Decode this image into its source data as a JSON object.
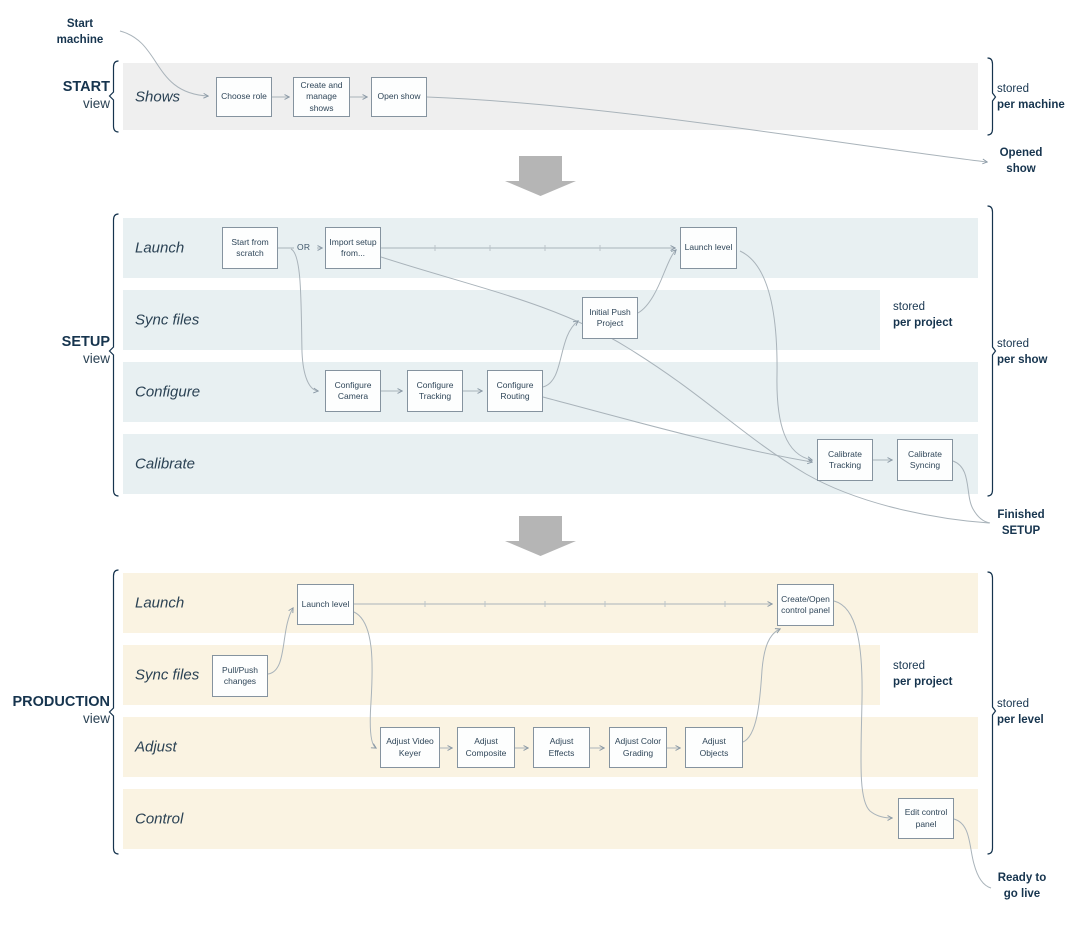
{
  "colors": {
    "navy_text": "#16344e",
    "lane_start_bg": "#efefef",
    "lane_setup_bg": "#e8f0f2",
    "lane_production_bg": "#faf3e2",
    "box_border": "#85939f",
    "box_fill": "#fdfefe",
    "connector": "#a9b3ba",
    "section_arrow_gray": "#b5b5b5"
  },
  "annotations": {
    "start_machine": "Start\nmachine",
    "opened_show": "Opened\nshow",
    "finished_setup": "Finished\nSETUP",
    "ready_to_go_live": "Ready to\ngo live"
  },
  "sections": {
    "start": {
      "side_label": "START",
      "side_sublabel": "view",
      "stored_right": {
        "line1": "stored",
        "line2": "per machine"
      },
      "lanes": {
        "shows": {
          "label": "Shows"
        }
      },
      "nodes": {
        "choose_role": {
          "label": "Choose role"
        },
        "create_manage_shows": {
          "label": "Create and manage shows"
        },
        "open_show": {
          "label": "Open show"
        }
      }
    },
    "setup": {
      "side_label": "SETUP",
      "side_sublabel": "view",
      "or_label": "OR",
      "stored_mid": {
        "line1": "stored",
        "line2": "per project"
      },
      "stored_right": {
        "line1": "stored",
        "line2": "per show"
      },
      "lanes": {
        "launch": {
          "label": "Launch"
        },
        "sync_files": {
          "label": "Sync files"
        },
        "configure": {
          "label": "Configure"
        },
        "calibrate": {
          "label": "Calibrate"
        }
      },
      "nodes": {
        "start_from_scratch": {
          "label": "Start from scratch"
        },
        "import_setup_from": {
          "label": "Import setup from..."
        },
        "launch_level": {
          "label": "Launch level"
        },
        "initial_push_project": {
          "label": "Initial Push Project"
        },
        "configure_camera": {
          "label": "Configure Camera"
        },
        "configure_tracking": {
          "label": "Configure Tracking"
        },
        "configure_routing": {
          "label": "Configure Routing"
        },
        "calibrate_tracking": {
          "label": "Calibrate Tracking"
        },
        "calibrate_syncing": {
          "label": "Calibrate Syncing"
        }
      }
    },
    "production": {
      "side_label": "PRODUCTION",
      "side_sublabel": "view",
      "stored_mid": {
        "line1": "stored",
        "line2": "per project"
      },
      "stored_right": {
        "line1": "stored",
        "line2": "per level"
      },
      "lanes": {
        "launch": {
          "label": "Launch"
        },
        "sync_files": {
          "label": "Sync files"
        },
        "adjust": {
          "label": "Adjust"
        },
        "control": {
          "label": "Control"
        }
      },
      "nodes": {
        "launch_level": {
          "label": "Launch level"
        },
        "pull_push_changes": {
          "label": "Pull/Push changes"
        },
        "adjust_video_keyer": {
          "label": "Adjust Video Keyer"
        },
        "adjust_composite": {
          "label": "Adjust Composite"
        },
        "adjust_effects": {
          "label": "Adjust Effects"
        },
        "adjust_color_grading": {
          "label": "Adjust Color Grading"
        },
        "adjust_objects": {
          "label": "Adjust Objects"
        },
        "create_open_control_panel": {
          "label": "Create/Open control panel"
        },
        "edit_control_panel": {
          "label": "Edit control panel"
        }
      }
    }
  },
  "edges": [
    {
      "from": "start-machine",
      "to": "choose-role"
    },
    {
      "from": "choose-role",
      "to": "create-manage-shows"
    },
    {
      "from": "create-manage-shows",
      "to": "open-show"
    },
    {
      "from": "open-show",
      "to": "opened-show"
    },
    {
      "from": "start-from-scratch",
      "to": "import-setup-from",
      "type": "or-alternative"
    },
    {
      "from": "or-junction",
      "to": "configure-camera"
    },
    {
      "from": "import-setup-from",
      "to": "launch-level-setup"
    },
    {
      "from": "import-setup-from",
      "to": "finished-setup"
    },
    {
      "from": "configure-camera",
      "to": "configure-tracking"
    },
    {
      "from": "configure-tracking",
      "to": "configure-routing"
    },
    {
      "from": "configure-routing",
      "to": "initial-push-project"
    },
    {
      "from": "initial-push-project",
      "to": "launch-level-setup"
    },
    {
      "from": "launch-level-setup",
      "to": "calibrate-tracking"
    },
    {
      "from": "configure-routing",
      "to": "calibrate-tracking"
    },
    {
      "from": "calibrate-tracking",
      "to": "calibrate-syncing"
    },
    {
      "from": "calibrate-syncing",
      "to": "finished-setup"
    },
    {
      "from": "pull-push-changes",
      "to": "launch-level-production"
    },
    {
      "from": "launch-level-production",
      "to": "create-open-control-panel"
    },
    {
      "from": "launch-level-production",
      "to": "adjust-video-keyer"
    },
    {
      "from": "adjust-video-keyer",
      "to": "adjust-composite"
    },
    {
      "from": "adjust-composite",
      "to": "adjust-effects"
    },
    {
      "from": "adjust-effects",
      "to": "adjust-color-grading"
    },
    {
      "from": "adjust-color-grading",
      "to": "adjust-objects"
    },
    {
      "from": "adjust-objects",
      "to": "create-open-control-panel"
    },
    {
      "from": "create-open-control-panel",
      "to": "edit-control-panel"
    },
    {
      "from": "edit-control-panel",
      "to": "ready-to-go-live"
    }
  ]
}
